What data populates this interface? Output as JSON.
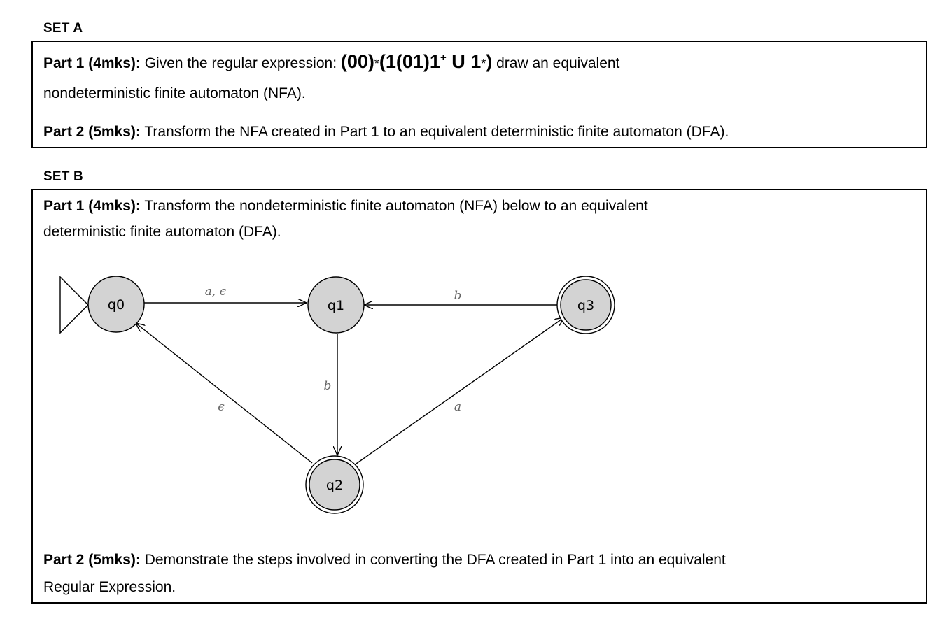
{
  "set_a": {
    "heading": "SET A",
    "part1": {
      "label": "Part 1 (4mks):",
      "text_before": " Given the regular expression: ",
      "regex_a": "(00)",
      "regex_star1": "*",
      "regex_b": "(1(01)1",
      "regex_plus": "+",
      "regex_c": " U 1",
      "regex_star2": "*",
      "regex_d": ")",
      "text_after": " draw an equivalent",
      "line2": "nondeterministic finite automaton (NFA)."
    },
    "part2": {
      "label": "Part 2 (5mks):",
      "text": " Transform the NFA created in Part 1 to an equivalent deterministic finite automaton (DFA)."
    }
  },
  "set_b": {
    "heading": "SET B",
    "part1": {
      "label": "Part 1 (4mks):",
      "line1": " Transform the nondeterministic finite automaton (NFA) below to an equivalent",
      "line2": "deterministic finite automaton (DFA)."
    },
    "part2": {
      "label": "Part 2 (5mks):",
      "line1": " Demonstrate the steps involved in converting the DFA created in Part 1 into an equivalent",
      "line2": "Regular Expression."
    }
  },
  "automaton": {
    "start_state": "q0",
    "states": [
      {
        "id": "q0",
        "label": "q0",
        "accepting": false
      },
      {
        "id": "q1",
        "label": "q1",
        "accepting": false
      },
      {
        "id": "q2",
        "label": "q2",
        "accepting": true
      },
      {
        "id": "q3",
        "label": "q3",
        "accepting": true
      }
    ],
    "transitions": [
      {
        "from": "q0",
        "to": "q1",
        "label": "a, ϵ"
      },
      {
        "from": "q3",
        "to": "q1",
        "label": "b"
      },
      {
        "from": "q1",
        "to": "q2",
        "label": "b"
      },
      {
        "from": "q2",
        "to": "q0",
        "label": "ϵ"
      },
      {
        "from": "q2",
        "to": "q3",
        "label": "a"
      }
    ],
    "colors": {
      "state_fill": "#d3d3d3",
      "stroke": "#000000",
      "label": "#666666"
    }
  }
}
